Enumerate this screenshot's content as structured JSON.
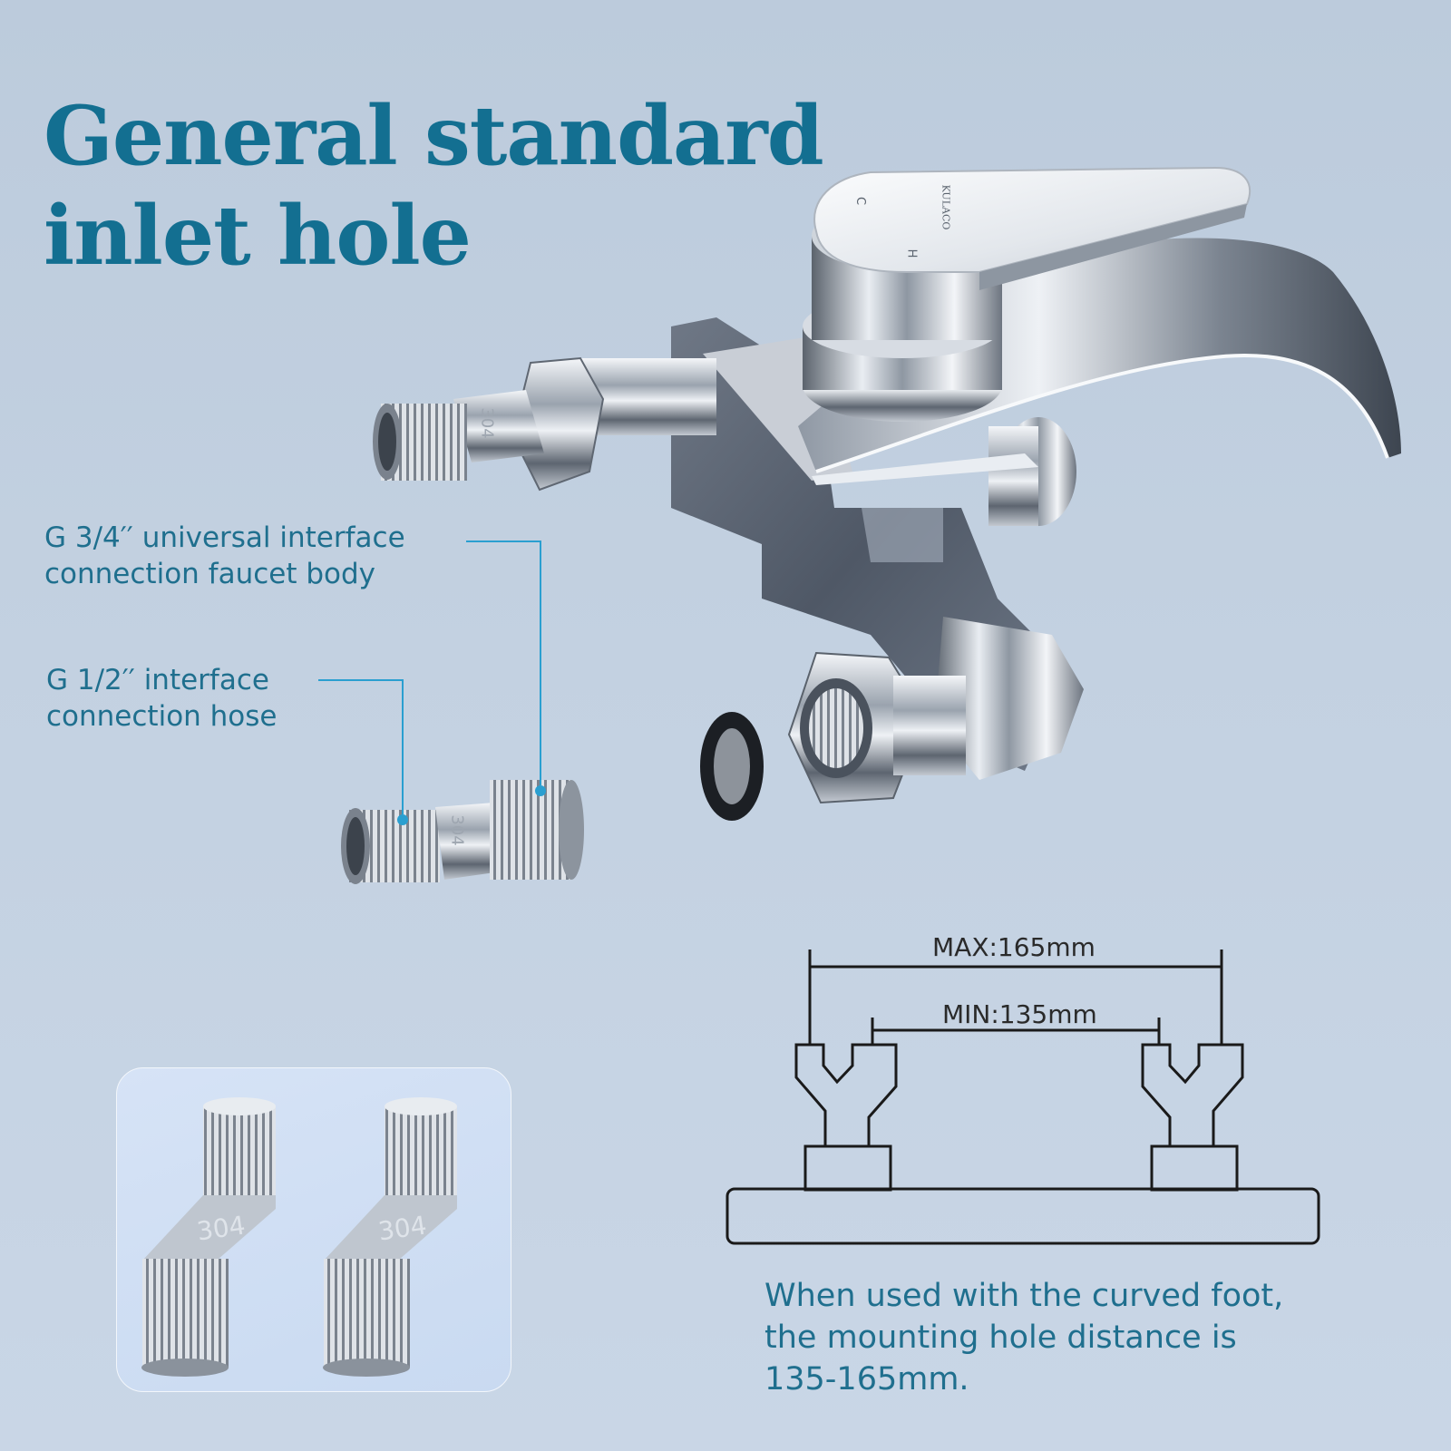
{
  "title": {
    "line1": "General standard",
    "line2": "inlet hole"
  },
  "callouts": {
    "faucet_body": {
      "line1": "G 3/4′′ universal interface",
      "line2": "connection faucet body"
    },
    "hose": {
      "line1": "G 1/2′′ interface",
      "line2": "connection hose"
    }
  },
  "faucet": {
    "brand": "KULACO",
    "cold_mark": "C",
    "hot_mark": "H",
    "adapter_marking": "304"
  },
  "diagram": {
    "max_label": "MAX:165mm",
    "min_label": "MIN:135mm"
  },
  "inset": {
    "left_marking": "304",
    "right_marking": "304"
  },
  "note": {
    "line1": "When used with the curved foot,",
    "line2": "the mounting hole distance is",
    "line3": "135-165mm."
  },
  "colors": {
    "title": "#136f91",
    "callout_text": "#1f6f8e",
    "leader_line": "#2a9fd0",
    "background": "#c3d1e1"
  }
}
